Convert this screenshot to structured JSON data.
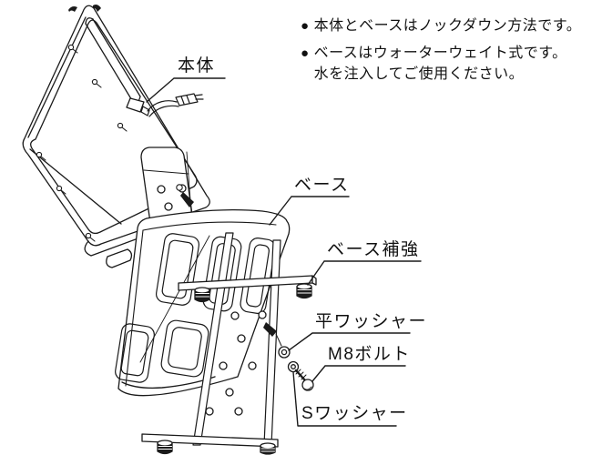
{
  "notes": {
    "items": [
      {
        "bullet": "●",
        "lines": [
          "本体とベースはノックダウン方法です。"
        ]
      },
      {
        "bullet": "●",
        "lines": [
          "ベースはウォーターウェイト式です。",
          "水を注入してご使用ください。"
        ]
      }
    ]
  },
  "labels": {
    "body": "本体",
    "base": "ベース",
    "base_brace": "ベース補強",
    "flat_washer": "平ワッシャー",
    "m8_bolt": "M8ボルト",
    "s_washer": "Sワッシャー"
  },
  "colors": {
    "line": "#1a1a1a",
    "background": "#ffffff"
  }
}
